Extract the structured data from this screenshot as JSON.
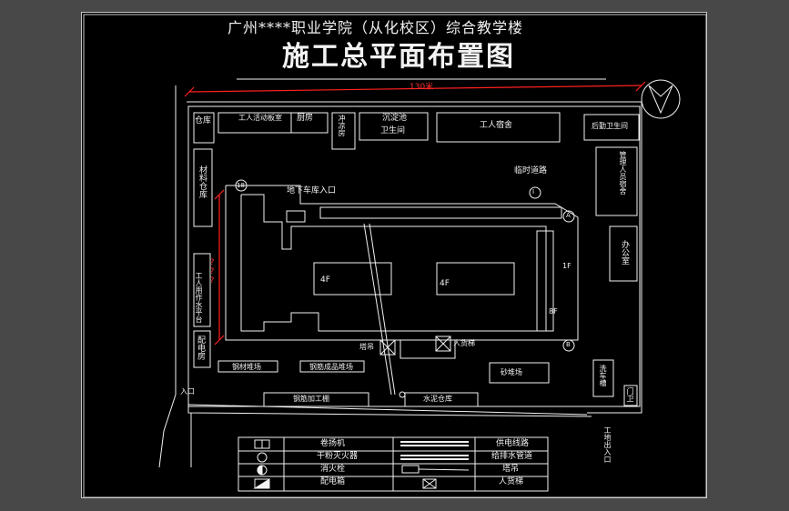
{
  "drawing": {
    "title_line1": "广州****职业学院（从化校区）综合教学楼",
    "title_line2": "施工总平面布置图",
    "dimensions": {
      "top": "130米",
      "left": "???"
    },
    "labels": {
      "warehouse": "仓库",
      "workers_activity_room": "工人活动板室",
      "kitchen": "厨房",
      "shower_room": "冲凉房",
      "septic_tank": "沉淀池",
      "toilet": "卫生间",
      "workers_dorm": "工人宿舍",
      "clinic_toilet": "后勤卫生间",
      "temp_road": "临时道路",
      "material_warehouse": "材料仓库",
      "basement_entrance": "地下车库入口",
      "manager_dorm": "管理人员宿舍",
      "office": "办公室",
      "floor_4f_a": "4F",
      "floor_4f_b": "4F",
      "floor_8f": "8F",
      "floor_1f": "1F",
      "worker_tools": "工人用作水平台",
      "distribution_room": "配电房",
      "rebar_yard": "钢材堆场",
      "rebar_finished_yard": "钢筋成品堆场",
      "tower_crane": "塔吊",
      "hoist": "人货梯",
      "sand_yard": "砂堆场",
      "wash_pool": "洗车槽",
      "rebar_shed": "钢筋加工棚",
      "cement_store": "水泥仓库",
      "gate": "门卫",
      "entrance": "入口",
      "entrance_right": "工地出入口",
      "crane_circle_1": "I",
      "crane_circle_2": "A",
      "crane_circle_3": "B",
      "crane_circle_4": "18"
    },
    "legend": [
      {
        "symbol": "winch",
        "label": "卷扬机"
      },
      {
        "symbol": "power-line",
        "label": "供电线路"
      },
      {
        "symbol": "extinguisher",
        "label": "干粉灭火器"
      },
      {
        "symbol": "water-pipe",
        "label": "给排水管道"
      },
      {
        "symbol": "hydrant",
        "label": "消火栓"
      },
      {
        "symbol": "crane",
        "label": "塔吊"
      },
      {
        "symbol": "dist-box",
        "label": "配电箱"
      },
      {
        "symbol": "hoist",
        "label": "人货梯"
      }
    ]
  },
  "colors": {
    "background": "#484848",
    "sheet": "#000000",
    "lines": "#f2f2f2",
    "dimension": "#ff2020"
  }
}
